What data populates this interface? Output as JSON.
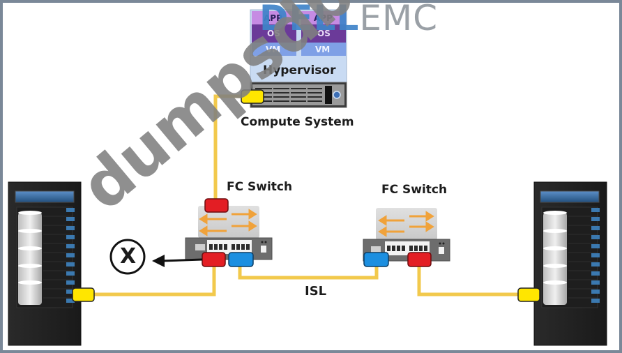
{
  "logo": {
    "brand_part1": "DELL",
    "brand_part2": "EMC"
  },
  "compute_system": {
    "label": "Compute System",
    "hypervisor_label": "Hypervisor",
    "vms": [
      {
        "app": "APP",
        "os": "OS",
        "vm": "VM"
      },
      {
        "app": "APP",
        "os": "OS",
        "vm": "VM"
      }
    ]
  },
  "switches": [
    {
      "label": "FC Switch"
    },
    {
      "label": "FC Switch"
    }
  ],
  "isl_label": "ISL",
  "failure_marker": "X",
  "watermark": "dumpsdb.com",
  "colors": {
    "cable": "#f2c94c",
    "hba_port": "#ffe600",
    "f_port_red": "#e31e24",
    "e_port_blue": "#1c8fe0",
    "vm_purple": "#6a3a98",
    "vm_blue": "#7fa0e6",
    "hypervisor_bg": "#c8daf2",
    "frame_border": "#7a8898"
  }
}
